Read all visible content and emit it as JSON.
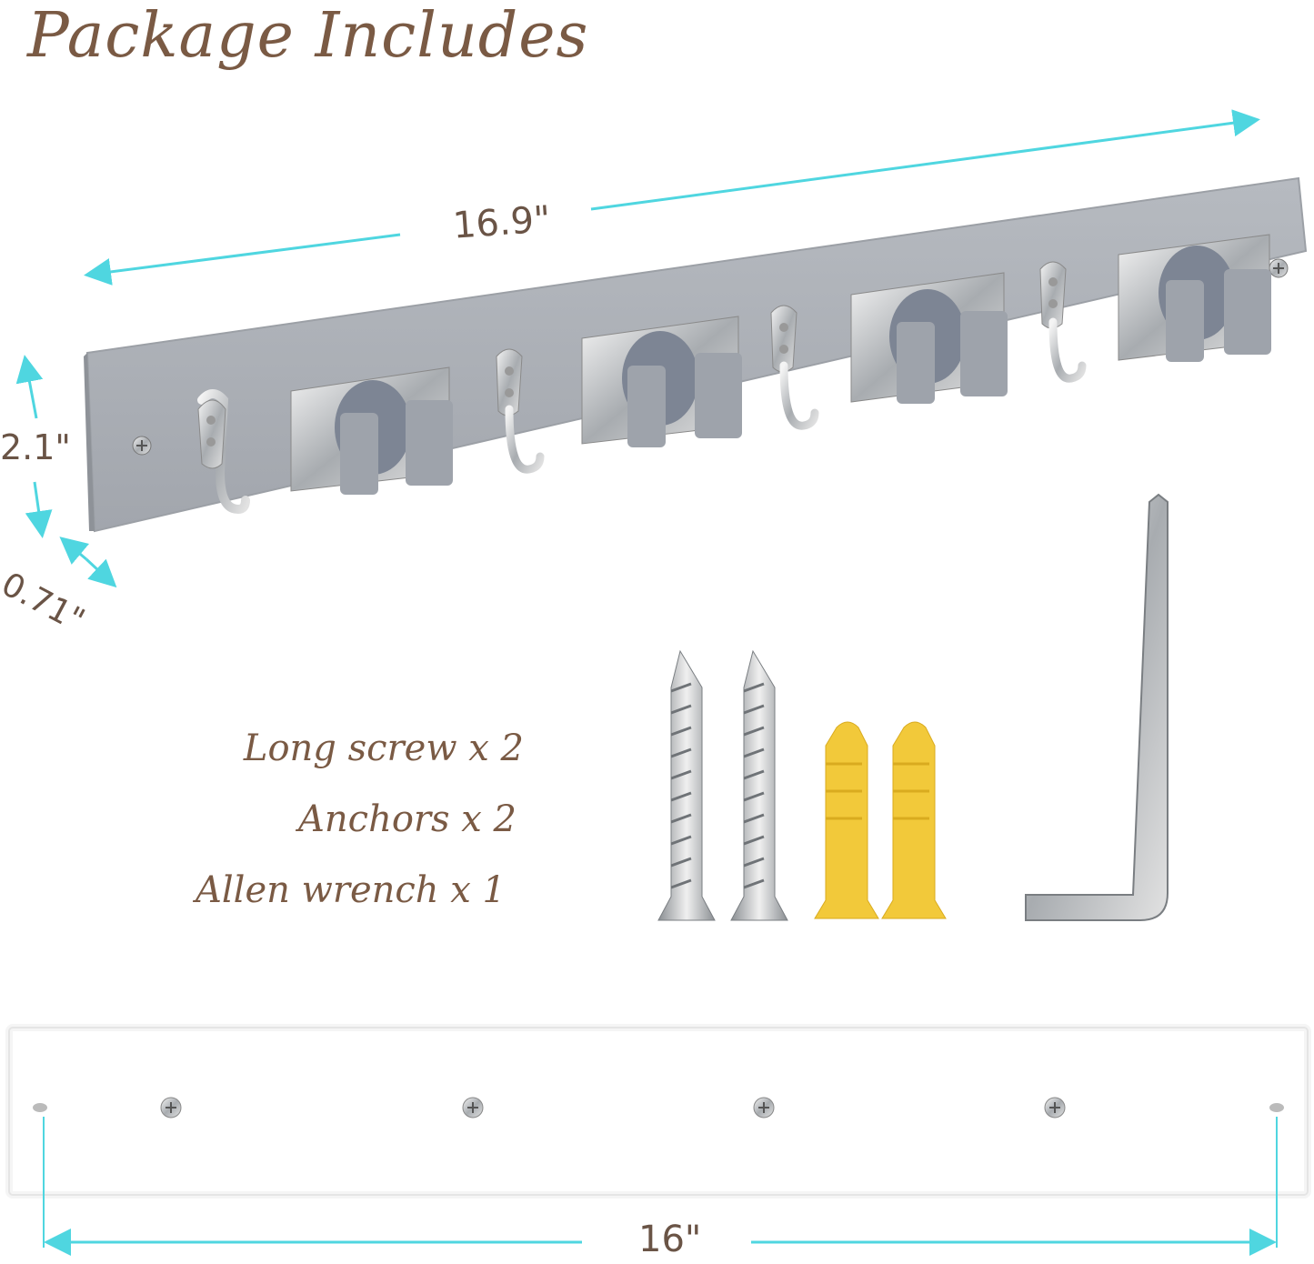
{
  "title": "Package Includes",
  "dimensions": {
    "width": "16.9\"",
    "height": "2.1\"",
    "depth": "0.71\"",
    "mount_spacing": "16\""
  },
  "items": [
    {
      "label": "Long screw x 2"
    },
    {
      "label": "Anchors x 2"
    },
    {
      "label": "Allen wrench x 1"
    }
  ],
  "colors": {
    "title_brown": "#7a5a44",
    "dimension_arrow": "#4fd6e0",
    "rack_gray": "#a9adb4",
    "anchor_yellow": "#f2c93a",
    "back_panel": "#ffffff"
  },
  "icons": [
    "rack-icon",
    "hook-icon",
    "mop-clamp-icon",
    "screw-icon",
    "anchor-icon",
    "allen-wrench-icon"
  ]
}
